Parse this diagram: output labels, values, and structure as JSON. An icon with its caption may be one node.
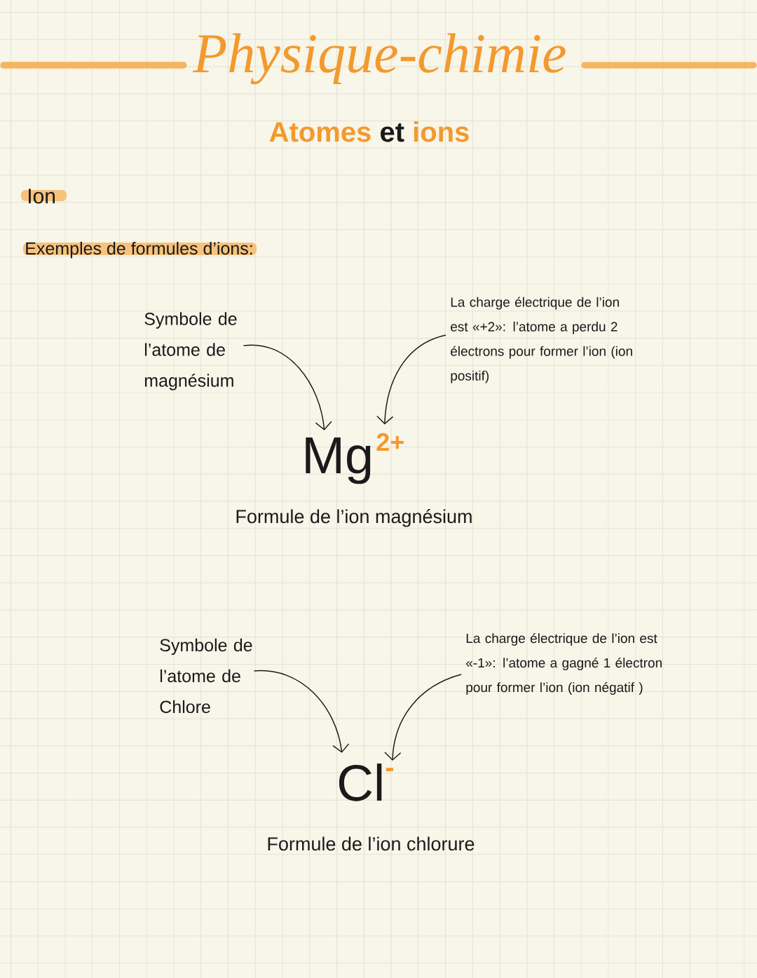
{
  "diagram": {
    "title": "Physique-chimie",
    "nodes": [
      {
        "text": [
          "Symbole de l’atome de magnésium"
        ]
      },
      {
        "text": [
          "La charge électrique de l’ion est «+2»: l’atome a perdu 2 électrons pour former l’ion (ion positif)"
        ]
      },
      {
        "text": [
          "Mg"
        ]
      },
      {
        "text": [
          "2+"
        ]
      },
      {
        "text": [
          "Symbole de l’atome de Chlore"
        ]
      },
      {
        "text": [
          "La charge électrique de l’ion est «-1»: l’atome a gagné 1 électron pour former l’ion (ion négatif )"
        ]
      },
      {
        "text": [
          "Cl"
        ]
      },
      {
        "text": [
          "-"
        ]
      }
    ],
    "edges": [
      {
        "from": 0,
        "to": 2,
        "arrow": "to"
      },
      {
        "from": 1,
        "to": 3,
        "arrow": "to"
      },
      {
        "from": 4,
        "to": 6,
        "arrow": "to"
      },
      {
        "from": 5,
        "to": 7,
        "arrow": "to"
      }
    ],
    "labels": [
      "Atomes et ions",
      "Ion",
      "Exemples de formules d’ions:",
      "Formule de l’ion magnésium",
      "Formule de l’ion chlorure"
    ]
  }
}
